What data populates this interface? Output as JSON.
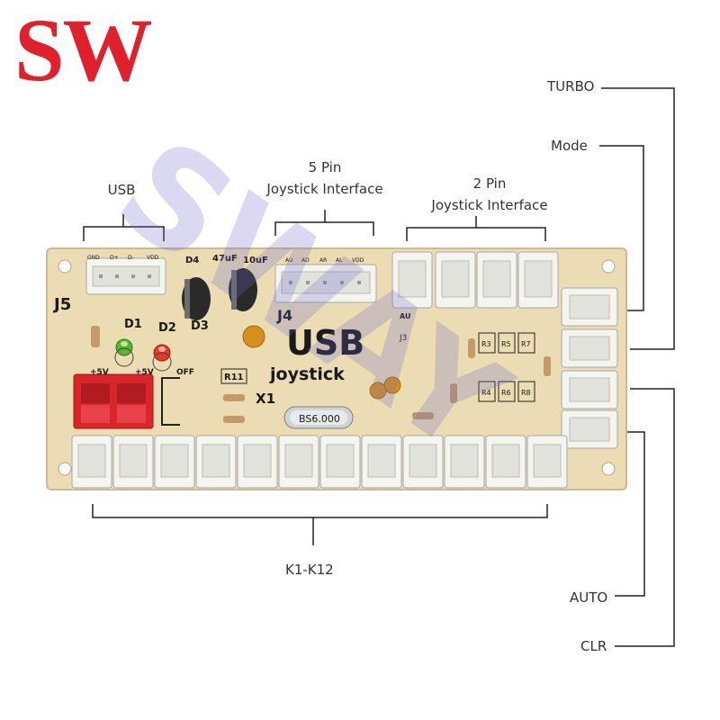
{
  "logo": {
    "text": "SW",
    "color": "#e0202a"
  },
  "watermark": "SWAY",
  "callouts": {
    "usb": "USB",
    "five_pin_line1": "5 Pin",
    "five_pin_line2": "Joystick Interface",
    "two_pin_line1": "2 Pin",
    "two_pin_line2": "Joystick Interface",
    "turbo": "TURBO",
    "mode": "Mode",
    "auto": "AUTO",
    "clr": "CLR",
    "k_range": "K1-K12"
  },
  "board": {
    "color": "#ecdcb4",
    "silkscreen": {
      "j5": "J5",
      "j4": "J4",
      "j3": "J3",
      "x1": "X1",
      "d1": "D1",
      "d2": "D2",
      "d3": "D3",
      "d4": "D4",
      "usb_title": "USB",
      "joystick_title": "joystick",
      "plus5v_a": "+5V",
      "plus5v_b": "+5V",
      "off": "OFF",
      "r11": "R11",
      "cap_47uf": "47uF",
      "cap_10uf": "10uF",
      "crystal": "BS6.000",
      "usb_pins": [
        "GND",
        "D+",
        "D-",
        "VDD"
      ],
      "j4_pins": [
        "AU",
        "AD",
        "AR",
        "AL",
        "VDD"
      ],
      "au_label": "AU",
      "resistors_top": [
        "R3",
        "R5",
        "R7"
      ],
      "resistors_bottom": [
        "R4",
        "R6",
        "R8"
      ]
    }
  }
}
